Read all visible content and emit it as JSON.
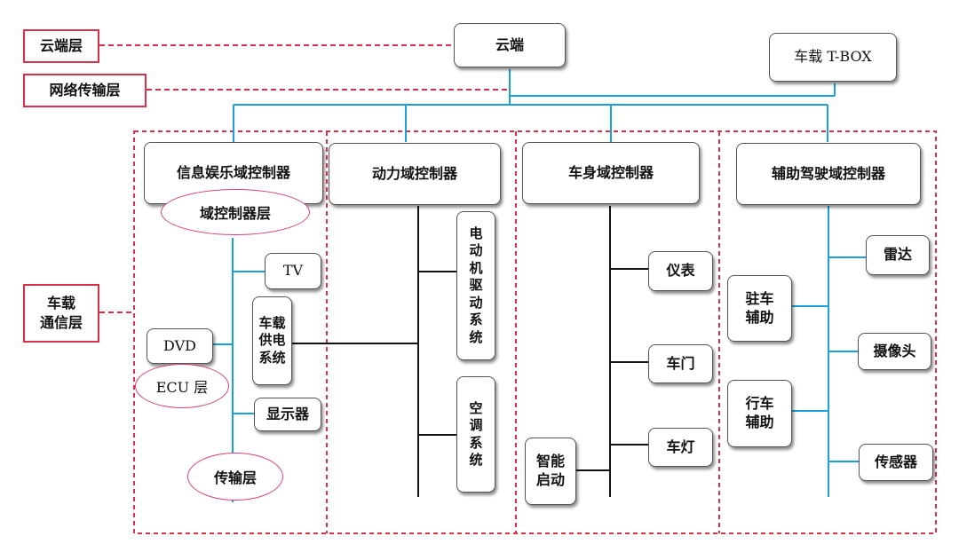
{
  "layers": {
    "cloud": "云端层",
    "network": "网络传输层",
    "vehicle_comm": "车载\n通信层"
  },
  "top": {
    "cloud": "云端",
    "tbox": "车载 T-BOX"
  },
  "domains": {
    "infotainment": {
      "title": "信息娱乐域控制器",
      "layer_label": "域控制器层",
      "items": {
        "tv": "TV",
        "dvd": "DVD",
        "power_supply": "车载\n供电\n系统",
        "display": "显示器"
      },
      "ecu_label": "ECU 层",
      "transport_label": "传输层"
    },
    "powertrain": {
      "title": "动力域控制器",
      "items": {
        "motor": "电\n动\n机\n驱\n动\n系\n统",
        "ac": "空\n调\n系\n统"
      }
    },
    "body": {
      "title": "车身域控制器",
      "items": {
        "instrument": "仪表",
        "door": "车门",
        "light": "车灯",
        "smart_start": "智能\n启动"
      }
    },
    "adas": {
      "title": "辅助驾驶域控制器",
      "items": {
        "radar": "雷达",
        "parking": "驻车\n辅助",
        "camera": "摄像头",
        "driving": "行车\n辅助",
        "sensor": "传感器"
      }
    }
  },
  "colors": {
    "bus_line": "#1aa0dc",
    "layer_border": "#d9304a",
    "dashed_line": "#d9304a",
    "ellipse_border": "#d8407a",
    "connector": "#111111"
  }
}
